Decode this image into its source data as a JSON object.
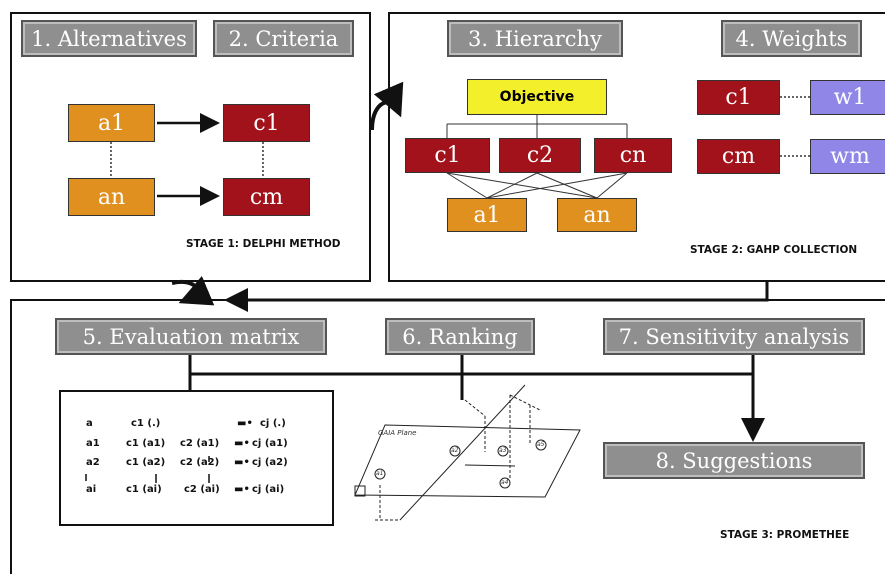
{
  "stage1": {
    "label": "STAGE 1: DELPHI METHOD",
    "header_alternatives": "1. Alternatives",
    "header_criteria": "2. Criteria",
    "alt_first": "a1",
    "alt_last": "an",
    "crit_first": "c1",
    "crit_last": "cm"
  },
  "stage2": {
    "label": "STAGE 2: GAHP COLLECTION",
    "header_hierarchy": "3. Hierarchy",
    "header_weights": "4. Weights",
    "objective": "Objective",
    "criteria": [
      "c1",
      "c2",
      "cn"
    ],
    "alternatives": [
      "a1",
      "an"
    ],
    "weights": [
      {
        "criterion": "c1",
        "weight": "w1"
      },
      {
        "criterion": "cm",
        "weight": "wm"
      }
    ]
  },
  "stage3": {
    "label": "STAGE 3: PROMETHEE",
    "header_evaluation": "5. Evaluation matrix",
    "header_ranking": "6. Ranking",
    "header_sensitivity": "7. Sensitivity analysis",
    "header_suggestions": "8. Suggestions",
    "matrix_rows": [
      [
        "a",
        "c1 (.)",
        "",
        "cj (.)"
      ],
      [
        "a1",
        "c1 (a1)",
        "c2 (a1)",
        "cj (a1)"
      ],
      [
        "a2",
        "c1 (a2)",
        "c2 (a2)",
        "cj (a2)"
      ],
      [
        "ai",
        "c1 (ai)",
        "c2 (ai)",
        "cj (ai)"
      ]
    ],
    "gaia_plane_label": "GAIA Plane",
    "gaia_points": [
      "a1",
      "a2",
      "a3",
      "a4",
      "a5"
    ]
  },
  "colors": {
    "alternative": "#e0901e",
    "criterion": "#a1121b",
    "weight": "#8f86e8",
    "objective": "#f4ef2b",
    "header": "#8f8f8f"
  }
}
